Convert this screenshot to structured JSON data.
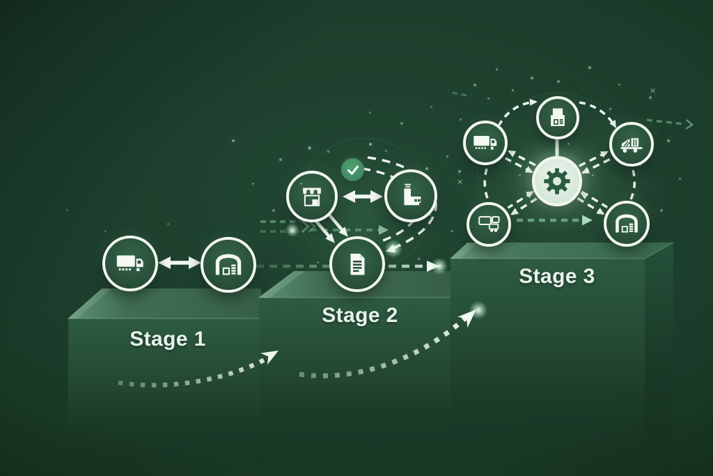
{
  "illustration": {
    "kind": "three-step staircase maturity diagram",
    "stages": [
      {
        "label": "Stage 1",
        "platform": "lowest step",
        "nodes": [
          {
            "icon": "box-truck-icon"
          },
          {
            "icon": "warehouse-icon"
          }
        ],
        "connectors": [
          "bidirectional-arrow"
        ]
      },
      {
        "label": "Stage 2",
        "platform": "middle step",
        "badge": {
          "icon": "check-icon"
        },
        "nodes": [
          {
            "icon": "store-icon"
          },
          {
            "icon": "factory-icon"
          },
          {
            "icon": "document-icon"
          }
        ],
        "connectors": [
          "bidirectional-arrow-store-factory",
          "two-solid-arrows-store-to-document",
          "dashed-double-arc-factory-to-document"
        ]
      },
      {
        "label": "Stage 3",
        "platform": "highest step",
        "hub": {
          "icon": "gear-icon"
        },
        "nodes": [
          {
            "icon": "plant-building-icon"
          },
          {
            "icon": "box-truck-icon"
          },
          {
            "icon": "cargo-truck-icon"
          },
          {
            "icon": "trailer-truck-icon"
          },
          {
            "icon": "warehouse-icon"
          }
        ],
        "connectors": [
          "solid-link-hub-to-plant",
          "dashed-double-spokes-hub-to-nodes",
          "dashed-ring-arcs-between-nodes",
          "dashed-green-arrow-bottom"
        ]
      }
    ],
    "progress_arrows": [
      "dotted-curved-arrow-stage1-to-stage2",
      "dotted-curved-arrow-stage2-to-stage3"
    ]
  },
  "colors": {
    "background": "#1b3c2a",
    "platform_top": "#3e6e52",
    "platform_front": "#2d5b41",
    "platform_side": "#24503a",
    "circle_ring": "#f1f7ee",
    "circle_fill": "#2a523c",
    "icon_glyph": "#f4f9f1",
    "hub_fill": "#dcebe0",
    "hub_glyph": "#2b5c41",
    "badge_fill": "#44946a",
    "connector_dash": "#eef6ee",
    "decor_dash": "#8fd0a5",
    "label_text": "#e7f2e8"
  }
}
